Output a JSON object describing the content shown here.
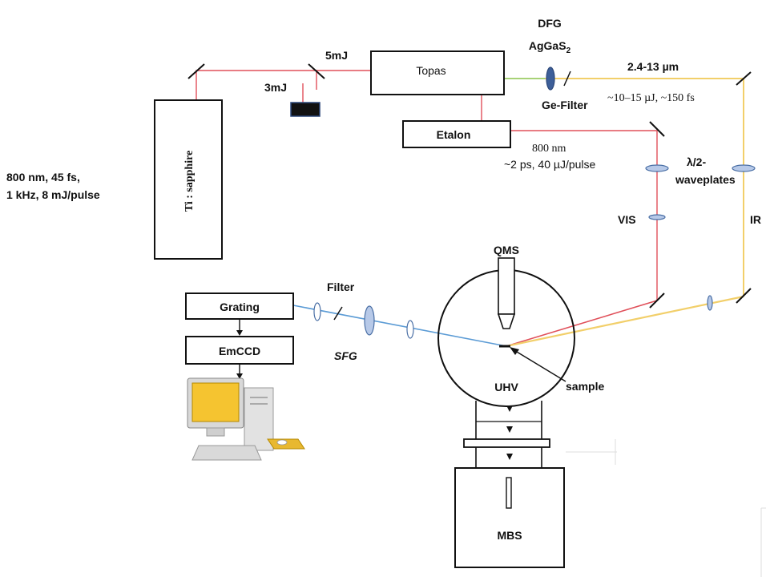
{
  "labels": {
    "laser_spec_line1": "800 nm, 45  fs,",
    "laser_spec_line2": "1 kHz, 8 mJ/pulse",
    "ti_sapphire": "Ti : sapphire",
    "pulse_5mj": "5mJ",
    "pulse_3mj": "3mJ",
    "topas": "Topas",
    "etalon": "Etalon",
    "dfg_line1": "DFG",
    "dfg_line2": "AgGaS",
    "dfg_sub": "2",
    "ge_filter": "Ge-Filter",
    "ir_range": "2.4-13 µm",
    "ir_energy": "~10–15 µJ, ~150 fs",
    "vis_wavelength": "800 nm",
    "vis_energy": "~2 ps, 40 µJ/pulse",
    "waveplates_line1": "λ/2-",
    "waveplates_line2": "waveplates",
    "vis": "VIS",
    "ir": "IR",
    "qms": "QMS",
    "filter": "Filter",
    "sfg": "SFG",
    "grating": "Grating",
    "emccd": "EmCCD",
    "uhv": "UHV",
    "sample": "sample",
    "mbs": "MBS"
  },
  "colors": {
    "vis_beam": "#e0505a",
    "ir_beam": "#f2cf6a",
    "sfg_beam": "#5b9bd5",
    "green_beam": "#8bc34a",
    "optic": "#b7c9e8",
    "dfg_crystal": "#3d5f99"
  },
  "icons": [
    "computer-icon",
    "beam-dump-icon"
  ]
}
